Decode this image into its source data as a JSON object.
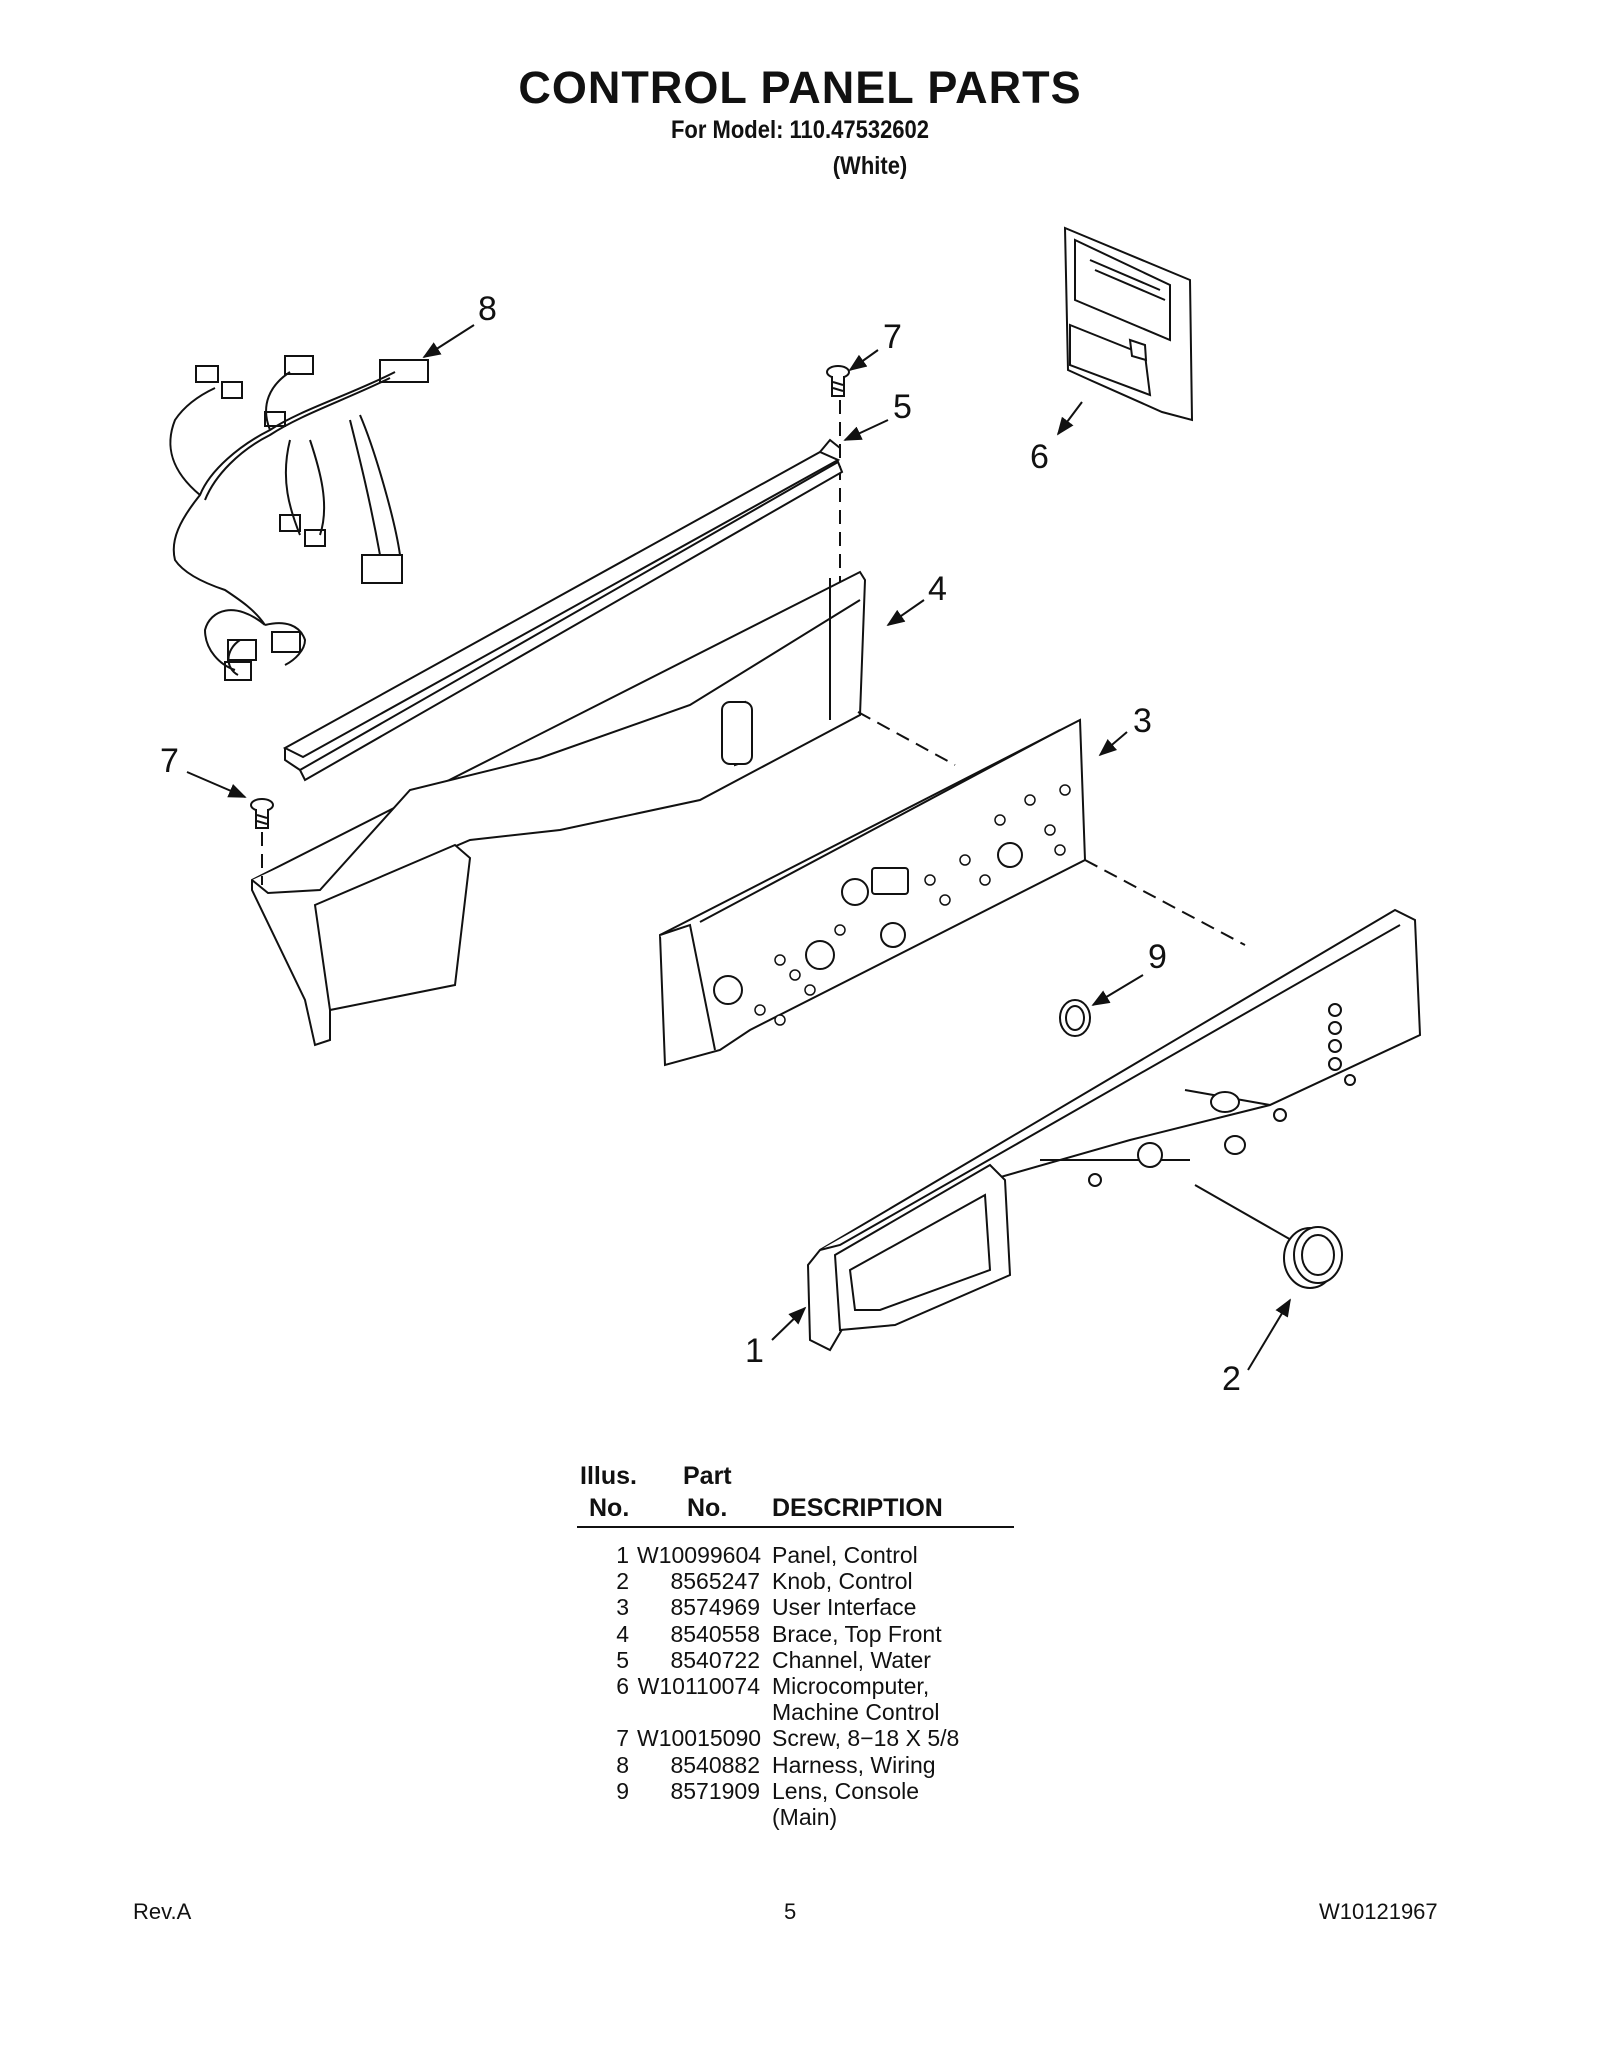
{
  "header": {
    "title": "CONTROL PANEL PARTS",
    "model_line": "For Model: 110.47532602",
    "color_line": "(White)"
  },
  "callouts": [
    "1",
    "2",
    "3",
    "4",
    "5",
    "6",
    "7",
    "7",
    "8",
    "9"
  ],
  "parts_table": {
    "headers": {
      "illus_line1": "Illus.",
      "illus_line2": "No.",
      "part_line1": "Part",
      "part_line2": "No.",
      "description": "DESCRIPTION"
    },
    "rows": [
      {
        "illus": "1",
        "part_no": "W10099604",
        "description": "Panel, Control"
      },
      {
        "illus": "2",
        "part_no": "8565247",
        "description": "Knob, Control"
      },
      {
        "illus": "3",
        "part_no": "8574969",
        "description": "User Interface"
      },
      {
        "illus": "4",
        "part_no": "8540558",
        "description": "Brace, Top Front"
      },
      {
        "illus": "5",
        "part_no": "8540722",
        "description": "Channel, Water"
      },
      {
        "illus": "6",
        "part_no": "W10110074",
        "description": "Microcomputer,"
      },
      {
        "illus": "",
        "part_no": "",
        "description": "Machine Control"
      },
      {
        "illus": "7",
        "part_no": "W10015090",
        "description": "Screw, 8−18 X 5/8"
      },
      {
        "illus": "8",
        "part_no": "8540882",
        "description": "Harness, Wiring"
      },
      {
        "illus": "9",
        "part_no": "8571909",
        "description": "Lens, Console"
      },
      {
        "illus": "",
        "part_no": "",
        "description": "(Main)"
      }
    ]
  },
  "footer": {
    "revision": "Rev.A",
    "page_number": "5",
    "doc_number": "W10121967"
  }
}
